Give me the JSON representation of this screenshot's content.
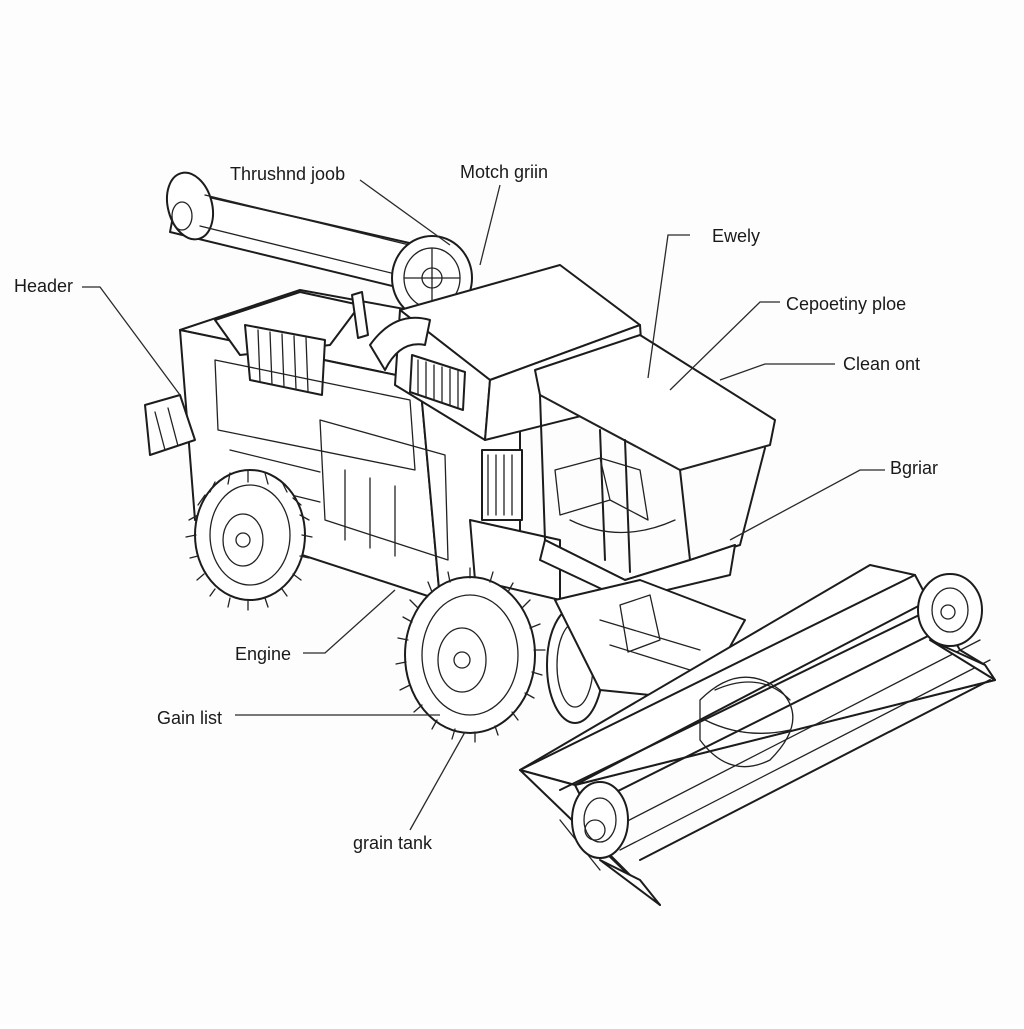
{
  "labels": {
    "thrushnd_joob": "Thrushnd joob",
    "motch_griin": "Motch griin",
    "ewely": "Ewely",
    "cepoetiny_ploe": "Cepoetiny ploe",
    "clean_ont": "Clean ont",
    "header": "Header",
    "bgriar": "Bgriar",
    "engine": "Engine",
    "gain_list": "Gain list",
    "grain_tank": "grain tank"
  }
}
